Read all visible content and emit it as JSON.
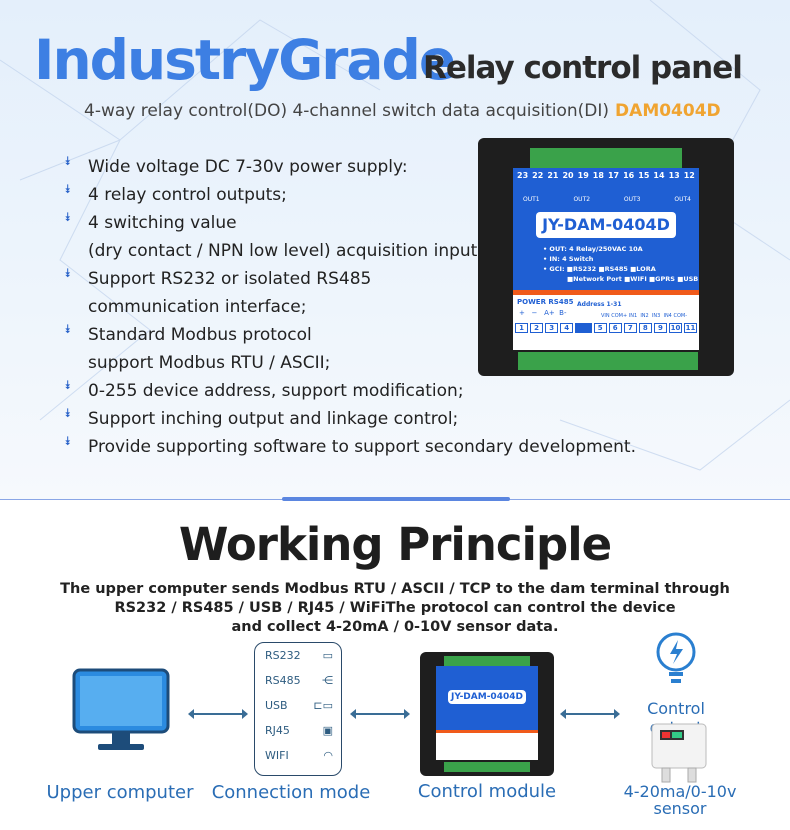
{
  "header": {
    "title_blue": "IndustryGrade",
    "title_dark": "Relay control panel",
    "subtitle": "4-way relay control(DO)   4-channel switch data acquisition(DI)",
    "model": "DAM0404D"
  },
  "features": [
    "Wide voltage DC 7-30v power supply:",
    "4 relay control outputs;",
    "4 switching value",
    "(dry contact / NPN low level) acquisition input;",
    "Support RS232 or isolated RS485",
    "communication interface;",
    "Standard Modbus protocol",
    "support Modbus RTU / ASCII;",
    "0-255 device address, support modification;",
    "Support inching output and linkage control;",
    "Provide supporting software to support secondary development."
  ],
  "device": {
    "name": "JY-DAM-0404D",
    "top_terminals": [
      "23",
      "22",
      "21",
      "20",
      "19",
      "18",
      "17",
      "16",
      "15",
      "14",
      "13",
      "12"
    ],
    "outs": [
      "OUT1",
      "OUT2",
      "OUT3",
      "OUT4"
    ],
    "spec_out": "• OUT: 4 Relay/250VAC 10A",
    "spec_in": "• IN: 4 Switch",
    "spec_gci": "• GCI: ■RS232 ■RS485 ■LORA",
    "spec_gci2": "■Network Port ■WIFI ■GPRS ■USB",
    "power_label": "POWER RS485",
    "signs": "+   −   A+  B-",
    "address": "Address 1-31",
    "in_labels": "VIN COM+ IN1  IN2  IN3  IN4 COM-",
    "bottom_terminals": [
      "1",
      "2",
      "3",
      "4",
      "5",
      "6",
      "7",
      "8",
      "9",
      "10",
      "11"
    ]
  },
  "principle": {
    "title": "Working Principle",
    "lines": [
      "The upper computer sends Modbus RTU / ASCII / TCP to the dam terminal through",
      "RS232 / RS485 / USB / RJ45 / WiFiThe protocol can control the device",
      "and collect 4-20mA / 0-10V sensor data."
    ]
  },
  "connections": [
    {
      "label": "RS232",
      "icon": "db9-connector-icon"
    },
    {
      "label": "RS485",
      "icon": "wire-fork-icon"
    },
    {
      "label": "USB",
      "icon": "usb-plug-icon"
    },
    {
      "label": "RJ45",
      "icon": "ethernet-port-icon"
    },
    {
      "label": "WIFI",
      "icon": "wifi-icon"
    }
  ],
  "labels": {
    "upper": "Upper computer",
    "conn": "Connection mode",
    "module": "Control module",
    "control_output": "Control output",
    "sensor": "4-20ma/0-10v sensor"
  },
  "colors": {
    "accent": "#3d7fe3",
    "model": "#f0a431",
    "label": "#2a6db5"
  }
}
